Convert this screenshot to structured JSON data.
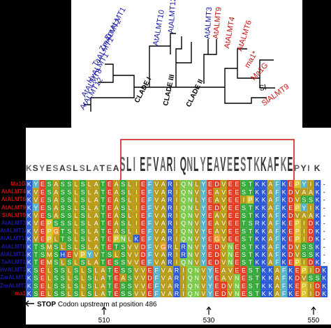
{
  "tree": {
    "clade_labels": [
      "CLADE I",
      "CLADE III",
      "CLADE II"
    ],
    "leaves": [
      {
        "label": "AtALMT12",
        "color": "#1a1aa8"
      },
      {
        "label": "HvALMT1",
        "color": "#1a1aa8"
      },
      {
        "label": "TaALMT1",
        "color": "#1a1aa8"
      },
      {
        "label": "ZmALMT2",
        "color": "#1a1aa8"
      },
      {
        "label": "AtALMT8",
        "color": "#1a1aa8"
      },
      {
        "label": "ZmALMT1",
        "color": "#1a1aa8"
      },
      {
        "label": "AtALMT10",
        "color": "#1a1aa8"
      },
      {
        "label": "AtALMT12",
        "color": "#1a1aa8"
      },
      {
        "label": "AtALMT3",
        "color": "#1a1aa8"
      },
      {
        "label": "AtALMT9",
        "color": "#cc1111"
      },
      {
        "label": "AtALMT4",
        "color": "#cc1111"
      },
      {
        "label": "AtALMT6",
        "color": "#cc1111"
      },
      {
        "label": "ma1*",
        "color": "#cc1111"
      },
      {
        "label": "Ma1G",
        "color": "#cc1111"
      },
      {
        "label": "SlALMT9",
        "color": "#cc1111"
      },
      {
        "label": "Sl",
        "color": "#000000"
      }
    ]
  },
  "alignment": {
    "logo_text": "KSYESASLSLATEASLIEFVARIQNLYEAVEESTKKAFKEPYIK",
    "row_labels": [
      {
        "label": "Ma1G",
        "color": "#cc1111"
      },
      {
        "label": "AtALMT4",
        "color": "#cc1111"
      },
      {
        "label": "AtALMT6",
        "color": "#cc1111"
      },
      {
        "label": "AtALMT9",
        "color": "#cc1111"
      },
      {
        "label": "SlALMT9",
        "color": "#cc1111"
      },
      {
        "label": "AtALMT3",
        "color": "#1a1aa8"
      },
      {
        "label": "AtALMT12",
        "color": "#1a1aa8"
      },
      {
        "label": "AtALMT10",
        "color": "#1a1aa8"
      },
      {
        "label": "AtALMT8",
        "color": "#1a1aa8"
      },
      {
        "label": "AtALMT12",
        "color": "#1a1aa8"
      },
      {
        "label": "TaALMT1",
        "color": "#1a1aa8"
      },
      {
        "label": "HvALMT1",
        "color": "#1a1aa8"
      },
      {
        "label": "ZmALMT1",
        "color": "#1a1aa8"
      },
      {
        "label": "ZmALMT2",
        "color": "#1a1aa8"
      },
      {
        "label": "ma1",
        "color": "#cc1111"
      }
    ],
    "sequences": [
      "KYESASSLSLATEASLIEFVARIQNLYEDVEESTKKAFKEPYIK-",
      "KVESASSLSLATEASLIEFVARIQNVYEAVEESTKKAFKDVAAK-",
      "KVESASSLSLATEASLIEFVARIQNLYEAVEEIPKKAFKDVSSK-",
      "KYESASSLSLATEASLIEFVARIQNLYEDVEESTKKAFKEPYIK-",
      "KVESASSLSLATEASLIEFVARIQNVYEAVEESTKKAFKDVAAK-",
      "KVEPSSSLSLATEASLIEFVARIQNVYEAVEETSRKAFKEPIDK-",
      "KVEPGTSLSLATEASLIEFVARIQNVYEAVEESTKKAFKEPIDK-",
      "KVEPLTSLSLATEPNLKEFVARIQNVYEGVEESTKKAFKEPIDK-",
      "KTSMSLSLSLATETSVVDFVGRLRNVYEDVNESTKKAFKDVSSK-",
      "KTSMSHEVPYVTSLSVVDFVARIRNVYEDVNESTKKAFKDVSSK-",
      "KTEMSLSLSLATESSVVEFVARIQNVYEDVNESTKKAFKEPIDK-",
      "KSELSSLSLSLATESSVVEFVARIQNVYEAVEESTKKAFKEPIDK",
      "KSELSSLSLSLATEASVVDFVARIQNVYEAVNESTKKAFKDVSSK",
      "KSELSSLSLSLATESSVVEFVARIQNVYEDVNESTKKAFKEPIDK",
      "KSELSSLSLSLATESSVVEFVARIQNVYEDVNESTKKAFKEPIDK"
    ],
    "stop_note_bold": "STOP",
    "stop_note_rest": " Codon upstream at position 486",
    "positions": [
      "510",
      "530",
      "550"
    ]
  }
}
